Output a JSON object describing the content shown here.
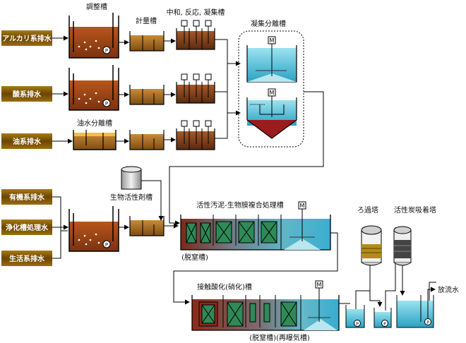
{
  "sources": {
    "alkali": "アルカリ系排水",
    "acid": "酸系排水",
    "oil": "油系排水",
    "organic": "有機系排水",
    "septic": "浄化槽処理水",
    "domestic": "生活系排水"
  },
  "labels": {
    "adjust": "調整槽",
    "meter": "計量槽",
    "neutral": "中和, 反応, 凝集槽",
    "coag_sep": "凝集分離槽",
    "oil_sep": "油水分離槽",
    "bio_agent": "生物活性剤槽",
    "activated": "活性汚泥-生物膜複合処理槽",
    "denit1": "(脱窒槽)",
    "filter": "ろ過塔",
    "carbon": "活性炭吸着塔",
    "contact": "接触酸化(硝化)槽",
    "denit2": "(脱窒槽)(再曝気槽)",
    "discharge": "放流水"
  },
  "glyphs": {
    "pump": "P",
    "motor": "M"
  },
  "colors": {
    "source_fill": "#7a5200",
    "liquid_brown": "#8a3e12",
    "liquid_tan": "#c98a4b",
    "water_blue": "#4fc1d8",
    "sludge_red": "#9b1c1c",
    "membrane_green": "#2f8a57",
    "line": "#000000"
  }
}
